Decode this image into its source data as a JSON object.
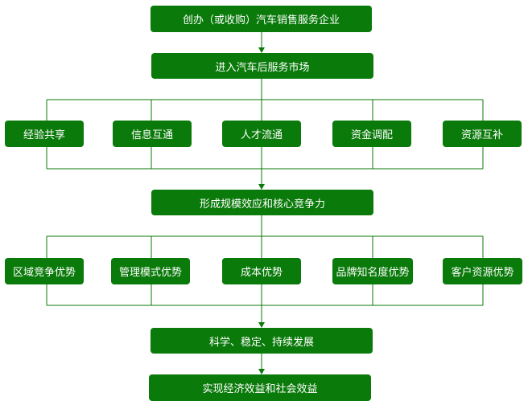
{
  "colors": {
    "box_fill": "#0a7a0a",
    "line": "#0a7a0a",
    "text": "#ffffff"
  },
  "nodes": {
    "start": "创办（或收购）汽车销售服务企业",
    "enter": "进入汽车后服务市场",
    "row1": [
      "经验共享",
      "信息互通",
      "人才流通",
      "资金调配",
      "资源互补"
    ],
    "core": "形成规模效应和核心竞争力",
    "row2": [
      "区域竞争优势",
      "管理模式优势",
      "成本优势",
      "品牌知名度优势",
      "客户资源优势"
    ],
    "develop": "科学、稳定、持续发展",
    "result": "实现经济效益和社会效益"
  }
}
